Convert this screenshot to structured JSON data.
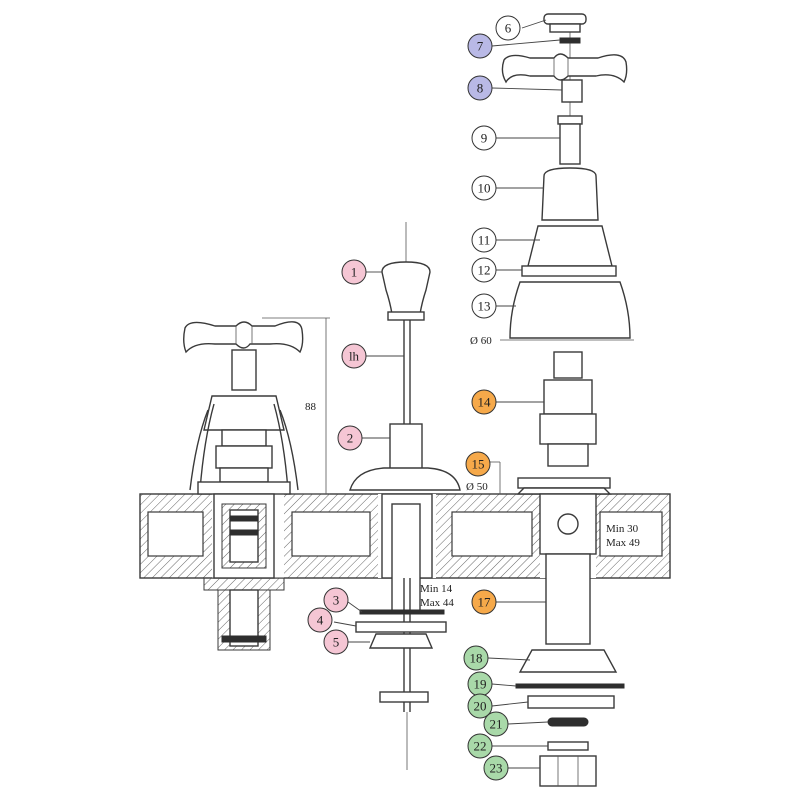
{
  "colors": {
    "pink": "#f5c6d4",
    "blue": "#b9b9e6",
    "orange": "#f6a94a",
    "green": "#a9d9a9",
    "white": "#ffffff",
    "line": "#3a3a3a"
  },
  "dimensions": {
    "height_88": "88",
    "dia_60": "Ø 60",
    "dia_50": "Ø 50",
    "min_30": "Min 30",
    "max_49": "Max 49",
    "min_14": "Min 14",
    "max_44": "Max 44"
  },
  "callouts": [
    {
      "id": "c1",
      "label": "1",
      "color": "pink"
    },
    {
      "id": "clh",
      "label": "lh",
      "color": "pink"
    },
    {
      "id": "c2",
      "label": "2",
      "color": "pink"
    },
    {
      "id": "c3",
      "label": "3",
      "color": "pink"
    },
    {
      "id": "c4",
      "label": "4",
      "color": "pink"
    },
    {
      "id": "c5",
      "label": "5",
      "color": "pink"
    },
    {
      "id": "c6",
      "label": "6",
      "color": "white"
    },
    {
      "id": "c7",
      "label": "7",
      "color": "blue"
    },
    {
      "id": "c8",
      "label": "8",
      "color": "blue"
    },
    {
      "id": "c9",
      "label": "9",
      "color": "white"
    },
    {
      "id": "c10",
      "label": "10",
      "color": "white"
    },
    {
      "id": "c11",
      "label": "11",
      "color": "white"
    },
    {
      "id": "c12",
      "label": "12",
      "color": "white"
    },
    {
      "id": "c13",
      "label": "13",
      "color": "white"
    },
    {
      "id": "c14",
      "label": "14",
      "color": "orange"
    },
    {
      "id": "c15",
      "label": "15",
      "color": "orange"
    },
    {
      "id": "c17",
      "label": "17",
      "color": "orange"
    },
    {
      "id": "c18",
      "label": "18",
      "color": "green"
    },
    {
      "id": "c19",
      "label": "19",
      "color": "green"
    },
    {
      "id": "c20",
      "label": "20",
      "color": "green"
    },
    {
      "id": "c21",
      "label": "21",
      "color": "green"
    },
    {
      "id": "c22",
      "label": "22",
      "color": "green"
    },
    {
      "id": "c23",
      "label": "23",
      "color": "green"
    }
  ]
}
